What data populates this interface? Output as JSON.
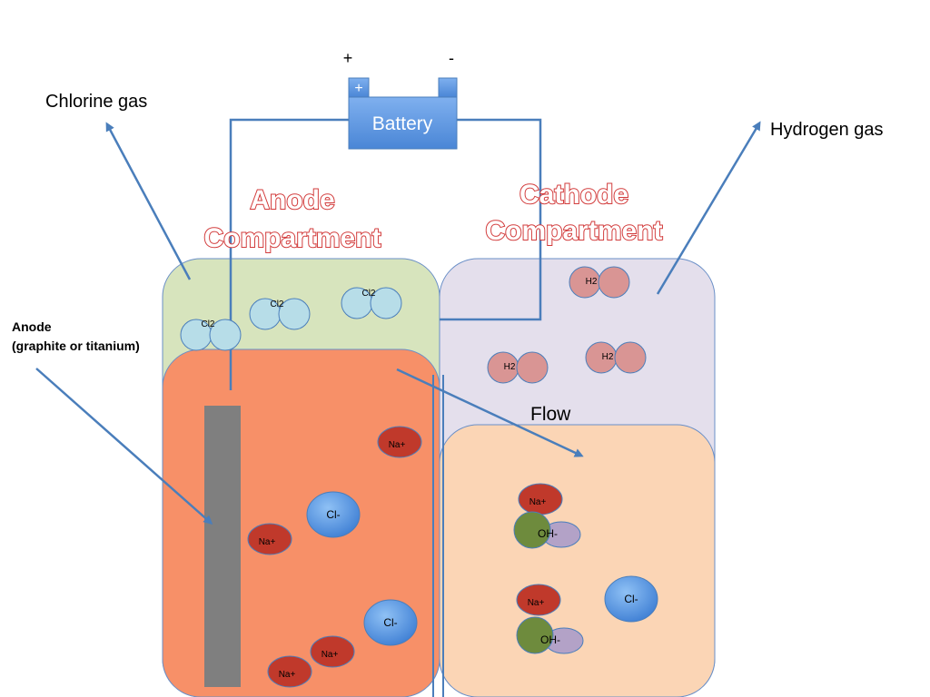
{
  "battery": {
    "label": "Battery",
    "plus_terminal": "+",
    "plus_sign": "+",
    "minus_sign": "-"
  },
  "labels": {
    "chlorine_gas": "Chlorine gas",
    "hydrogen_gas": "Hydrogen gas",
    "anode_title_line1": "Anode",
    "anode_title_line2": "Compartment",
    "cathode_title_line1": "Cathode",
    "cathode_title_line2": "Compartment",
    "anode_line1": "Anode",
    "anode_line2": "(graphite or titanium)",
    "flow": "Flow"
  },
  "molecules": {
    "cl2": "Cl2",
    "h2": "H2",
    "na_plus": "Na+",
    "cl_minus": "Cl-",
    "oh_minus": "OH-"
  },
  "colors": {
    "anode_gas": "#d7e4bd",
    "cathode_gas": "#e4dfec",
    "anode_liquid": "#f79068",
    "cathode_liquid": "#fbd5b5",
    "electrode": "#7f7f7f",
    "battery": "#5b8fd9",
    "wire": "#4a7ebb",
    "cl2": "#b7dde8",
    "h2": "#d99594",
    "na": "#c0392b",
    "cl_ion": "#4a8fe0",
    "oh_o": "#6e8b3d",
    "oh_h": "#b3a2c7"
  }
}
